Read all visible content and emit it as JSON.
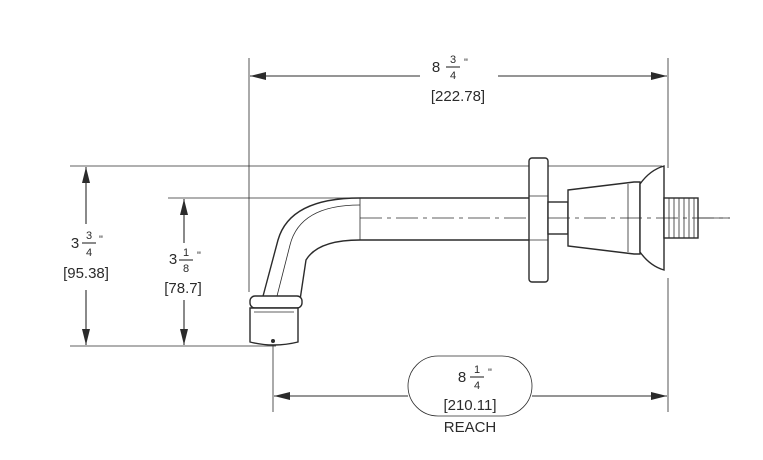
{
  "dimensions": {
    "overall_length": {
      "whole": "8",
      "numerator": "3",
      "denominator": "4",
      "inch_mark": "\"",
      "metric": "[222.78]"
    },
    "overall_height": {
      "whole": "3",
      "numerator": "3",
      "denominator": "4",
      "inch_mark": "\"",
      "metric": "[95.38]"
    },
    "spout_height": {
      "whole": "3",
      "numerator": "1",
      "denominator": "8",
      "inch_mark": "\"",
      "metric": "[78.7]"
    },
    "reach": {
      "whole": "8",
      "numerator": "1",
      "denominator": "4",
      "inch_mark": "\"",
      "metric": "[210.11]",
      "label": "REACH"
    }
  }
}
